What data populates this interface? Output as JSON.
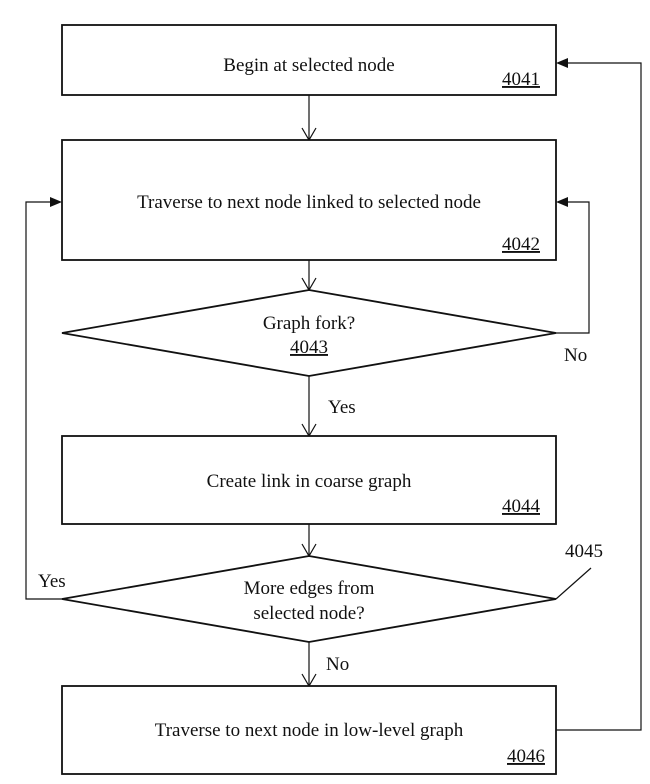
{
  "steps": {
    "begin": {
      "text": "Begin at selected node",
      "ref": "4041"
    },
    "traverse": {
      "text": "Traverse to next node linked to selected node",
      "ref": "4042"
    },
    "fork": {
      "text": "Graph fork?",
      "ref": "4043"
    },
    "create": {
      "text": "Create link in coarse graph",
      "ref": "4044"
    },
    "more_edges": {
      "text_line1": "More edges from",
      "text_line2": "selected node?",
      "ref": "4045"
    },
    "low_level": {
      "text": "Traverse to next node in low-level graph",
      "ref": "4046"
    }
  },
  "edges": {
    "fork_no": "No",
    "fork_yes": "Yes",
    "more_yes": "Yes",
    "more_no": "No"
  }
}
